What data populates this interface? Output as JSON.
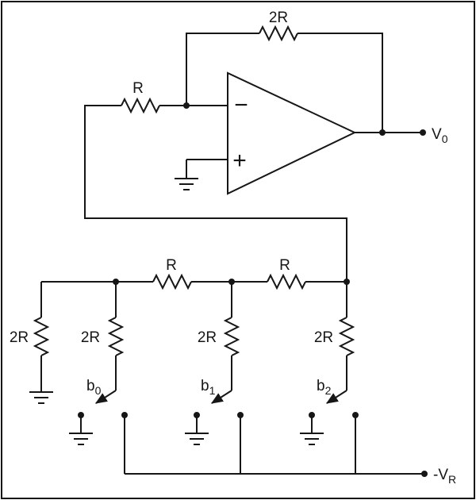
{
  "opamp": {
    "inverting_label": "−",
    "noninverting_label": "+"
  },
  "resistors": {
    "feedback": "2R",
    "input": "R",
    "ladder": [
      "R",
      "R"
    ],
    "shunts": [
      "2R",
      "2R",
      "2R",
      "2R"
    ]
  },
  "terminals": {
    "output": {
      "text": "V",
      "sub": "0"
    },
    "reference": {
      "text": "-V",
      "sub": "R"
    }
  },
  "switches": [
    {
      "text": "b",
      "sub": "0"
    },
    {
      "text": "b",
      "sub": "1"
    },
    {
      "text": "b",
      "sub": "2"
    }
  ],
  "colors": {
    "line": "#161616",
    "background": "#ffffff"
  }
}
